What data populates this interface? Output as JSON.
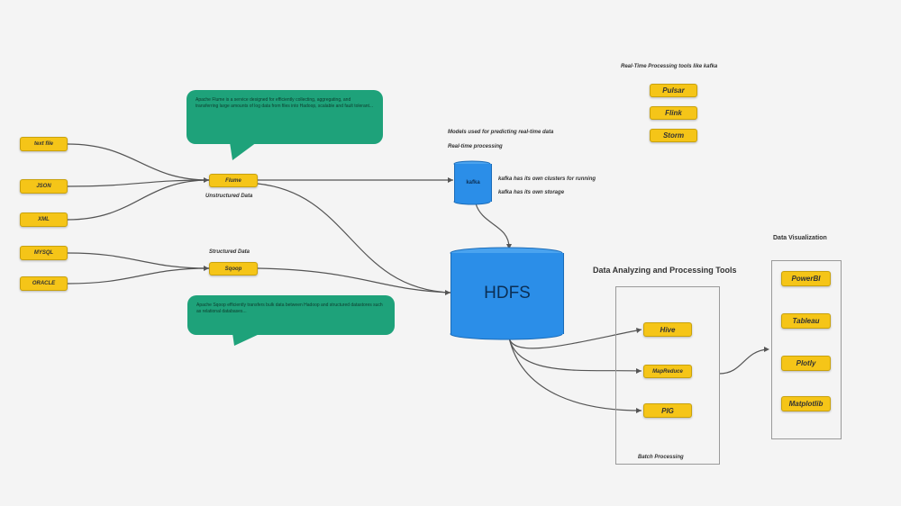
{
  "sources": {
    "unstructured": [
      "text file",
      "JSON",
      "XML"
    ],
    "structured": [
      "MYSQL",
      "ORACLE"
    ]
  },
  "ingest": {
    "flume": "Flume",
    "flume_caption": "Unstructured Data",
    "sqoop": "Sqoop",
    "sqoop_caption": "Structured Data"
  },
  "callouts": {
    "flume_text": "Apache Flume is a service designed for efficiently collecting, aggregating, and transferring large amounts of log data from files into Hadoop, scalable and fault tolerant...",
    "sqoop_text": "Apache Sqoop efficiently transfers bulk data between Hadoop and structured datastores such as relational databases..."
  },
  "kafka": {
    "label": "kafka",
    "line1": "Models used for predicting real-time data",
    "line2": "Real-time processing",
    "note1": "kafka has its own clusters for running",
    "note2": "kafka has its own storage"
  },
  "realtime": {
    "title": "Real-Time Processing tools like kafka",
    "tools": [
      "Pulsar",
      "Flink",
      "Storm"
    ]
  },
  "hdfs": {
    "label": "HDFS"
  },
  "batch": {
    "title": "Data Analyzing and Processing Tools",
    "tools": [
      "Hive",
      "MapReduce",
      "PIG"
    ],
    "caption": "Batch Processing"
  },
  "viz": {
    "title": "Data Visualization",
    "tools": [
      "PowerBI",
      "Tableau",
      "Plotly",
      "Matplotlib"
    ]
  },
  "colors": {
    "node": "#f5c518",
    "hdfs": "#2b8ee8",
    "callout": "#1ea27a",
    "connector": "#555555"
  }
}
